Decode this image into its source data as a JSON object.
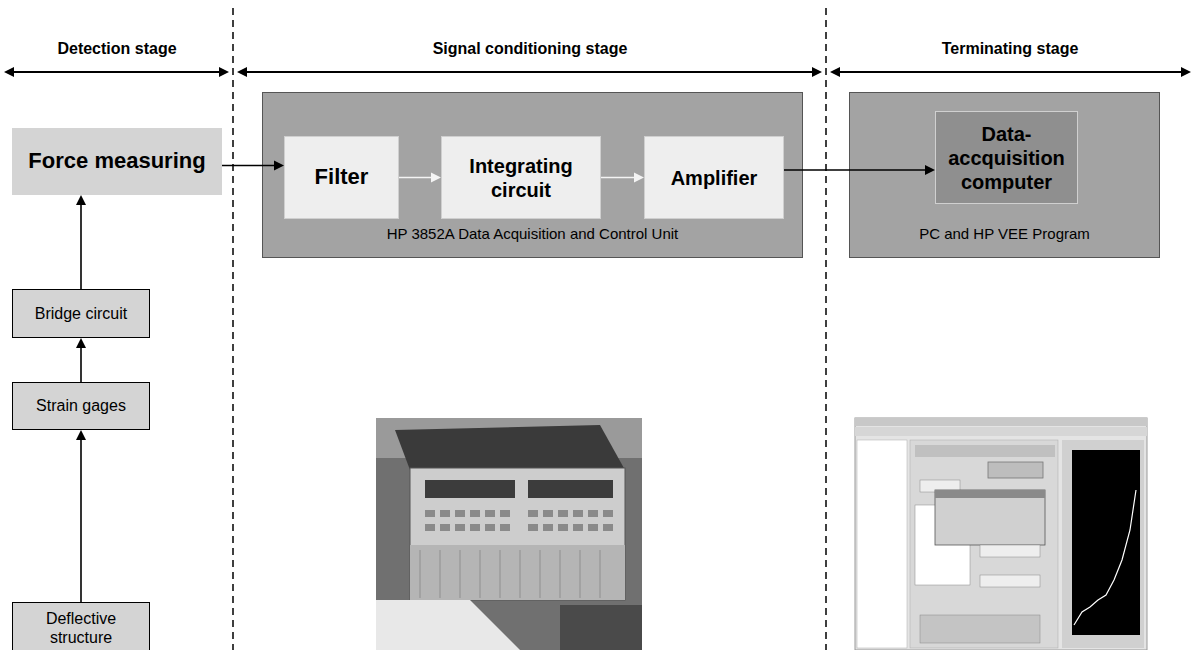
{
  "diagram": {
    "nodes": [
      {
        "text": [
          "Force measuring"
        ]
      },
      {
        "text": [
          "HP 3852A Data Acquisition and Control Unit"
        ]
      },
      {
        "text": [
          "Filter"
        ],
        "in": 1
      },
      {
        "text": [
          "Integrating circuit"
        ],
        "in": 1
      },
      {
        "text": [
          "Amplifier"
        ],
        "in": 1
      },
      {
        "text": [
          "PC and HP VEE Program"
        ]
      },
      {
        "text": [
          "Data- accquisition computer"
        ],
        "in": 5
      },
      {
        "text": [
          "Bridge circuit"
        ]
      },
      {
        "text": [
          "Strain gages"
        ]
      },
      {
        "text": [
          "Deflective structure"
        ]
      }
    ],
    "edges": [
      {
        "from": 0,
        "to": 2,
        "arrow": "to"
      },
      {
        "from": 2,
        "to": 3,
        "arrow": "to"
      },
      {
        "from": 3,
        "to": 4,
        "arrow": "to"
      },
      {
        "from": 4,
        "to": 6,
        "arrow": "to"
      },
      {
        "from": 7,
        "to": 0,
        "arrow": "to"
      },
      {
        "from": 8,
        "to": 7,
        "arrow": "to"
      },
      {
        "from": 9,
        "to": 8,
        "arrow": "to"
      }
    ],
    "labels": [
      "Detection stage",
      "Signal conditioning stage",
      "Terminating stage"
    ]
  }
}
